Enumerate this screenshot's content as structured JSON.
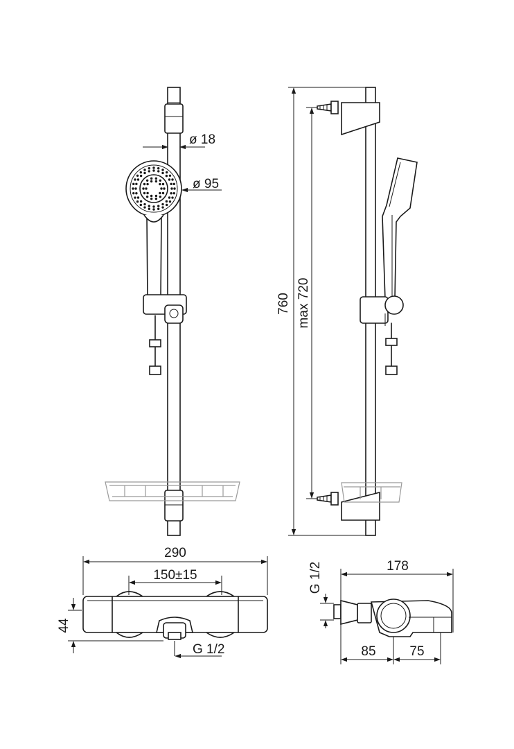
{
  "labels": {
    "hose_diameter": "ø 18",
    "head_diameter": "ø 95",
    "rail_length": "760",
    "adjustable_length": "max 720",
    "mixer_width": "290",
    "mixer_centers": "150±15",
    "mixer_height": "44",
    "mixer_connection": "G 1/2",
    "side_connection": "G 1/2",
    "side_depth": "178",
    "side_depth_a": "85",
    "side_depth_b": "75"
  }
}
